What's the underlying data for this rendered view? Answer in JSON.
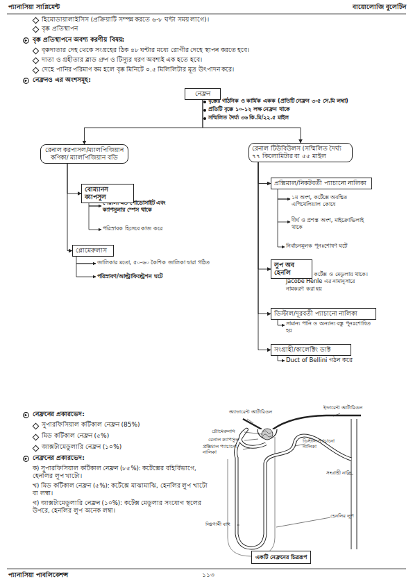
{
  "diagram": {
    "caption": "একটি নেফ্রনের চিত্ররূপ",
    "nodes": [
      {
        "text": [
          "নেফ্রন"
        ]
      },
      {
        "text": [
          "রেনাল করপাসল/ম্যালপিজিয়ান কণিকা/ ম্যালপিজিয়ান বডি"
        ]
      },
      {
        "text": [
          "রেনাল টিউবিউলস (সম্মিলিত দৈর্ঘ্য ৭৭ কিলোমিটার বা ৫৫ মাইল"
        ]
      },
      {
        "text": [
          "বোম্যানস ক্যাপসুল"
        ]
      },
      {
        "text": [
          "গ্লোমেরুলাস"
        ]
      },
      {
        "text": [
          "প্রক্সিমাল/নিকটবর্তী প্যাচানো নালিকা"
        ]
      },
      {
        "text": [
          "লুপ অব হেনলি"
        ]
      },
      {
        "text": [
          "ডিস্টাল/দূরবর্তী প্যাচানো নালিকা"
        ]
      },
      {
        "text": [
          "সংগ্রাহী/কালেক্টিং ডাক্ট"
        ]
      }
    ],
    "edges": [
      {
        "from": 0,
        "to": 1,
        "arrow": "to"
      },
      {
        "from": 0,
        "to": 2,
        "arrow": "to"
      },
      {
        "from": 1,
        "to": 3,
        "arrow": "to"
      },
      {
        "from": 1,
        "to": 4,
        "arrow": "to"
      },
      {
        "from": 2,
        "to": 5,
        "arrow": "to"
      },
      {
        "from": 2,
        "to": 6,
        "arrow": "to"
      },
      {
        "from": 2,
        "to": 7,
        "arrow": "to"
      },
      {
        "from": 2,
        "to": 8,
        "arrow": "to"
      }
    ],
    "labels": [
      "প্যানাসিয়া সাপ্লিমেন্ট",
      "বায়োলোজি বুলেটিন",
      "হিমোডায়ালাইসিস (প্রক্রিয়াটি সম্পন্ন করতে ৬-৮ ঘন্টা সময় লাগে)।",
      "বৃক্ক প্রতিস্থাপন",
      "বৃক্ক প্রতিস্থাপনে অবশ্য করণীয় বিষয়:",
      "বৃক্কদাতার দেহ থেকে সংগ্রহের ঠিক ৪৮ ঘন্টার মধ্যে রোগীর দেহে স্থাপন করতে হবে।",
      "দাতা ও গ্রহীতার ব্লাড গ্রুপ ও টিস্যুর ধরণ অবশ্যই এক হতে হবে।",
      "দেহে পানির পরিমাণ কম হলে বৃক্ক মিনিটে ০.৫ মিলিলিটার মূত্র উৎপাদন করে।",
      "নেফ্রনও এর অংশসমূহ:",
      "বৃক্কের গাঠনিক ও কার্যিক একক (প্রতিটি নেফ্রন ৩-৫ সে.মি লম্বা)",
      "প্রতিটি বৃক্কে ১০-১২ লক্ষ নেফ্রন থাকে",
      "সম্মিলিত দৈর্ঘ্য ৩৬ কি.মি/২২.৫ মাইল",
      "পেয়ালা মত পোডোসাইট এবং ক্যাপসুলার স্পেস থাকে",
      "পরিস্রাবক হিসেবে কাজ করে",
      "জালিকার মতো, ৫০-৬০ কৈশিক জালিকা দ্বারা গঠিত",
      "পরিস্রাবণ/আল্ট্রাফিল্ট্রেশন ঘটে",
      "১ম অংশ, কর্টেক্সে অবস্থিত এপিথেলিয়াল কোষে",
      "দীর্ঘ ও প্রশস্ত অংশ, মাইক্রোভিলাই থাকে",
      "নির্বাচনমূলক পুনঃশোষণ ঘটে",
      "U আকৃতির, কর্টেক্স ও মেডুলায় থাকে। Jacobe Henle এর নামানুসারে নামকরণ করা হয়",
      "সামান্য পানি ও অন্যান্য বস্তু পুনঃশোষিত হয়",
      "Duct of Bellini গঠন করে",
      "নেফ্রনের প্রকারভেদ:",
      "সুপারফিসিয়াল কর্টিকাল নেফ্রন (85%)",
      "মিড কর্টিকাল নেফ্রন (৫%)",
      "জাক্সটামেডুলারি নেফ্রন (১০%)",
      "নেফ্রনের প্রকারভেদ:",
      "ক) সুপারফিসিয়াল কর্টিকাল নেফ্রন (৮৫%): কর্টেক্সের বহির্বিভাগে, হেনলির লুপ খাটো।",
      "খ) মিড কর্টিকাল নেফ্রন (৫%): কর্টেক্সে মাঝামাঝি, হেনলির লুপ খাটো বা লম্বা।",
      "গ) জাক্সটামেডুলারি নেফ্রন (১০%): কর্টেক্স মেডুলার সংযোগ স্থলের উপরে, হেনলির লুপ অনেক লম্বা।",
      "অ্যাফারেন্ট আর্টারিওল",
      "ইফারেন্ট আর্টারিওল",
      "গ্লোমেরুলাস",
      "রেনাল ক্যাপসুল",
      "প্রক্সিমাল প্যাচানো নালিকা",
      "ডিস্টাল প্যাচানো নালিকা",
      "সংগ্রাহী নালি",
      "হেনলির লুপ",
      "নিম্নগামী বাহু",
      "প্যানাসিয়া পাবলিকেশন্স",
      "১১৩"
    ]
  }
}
